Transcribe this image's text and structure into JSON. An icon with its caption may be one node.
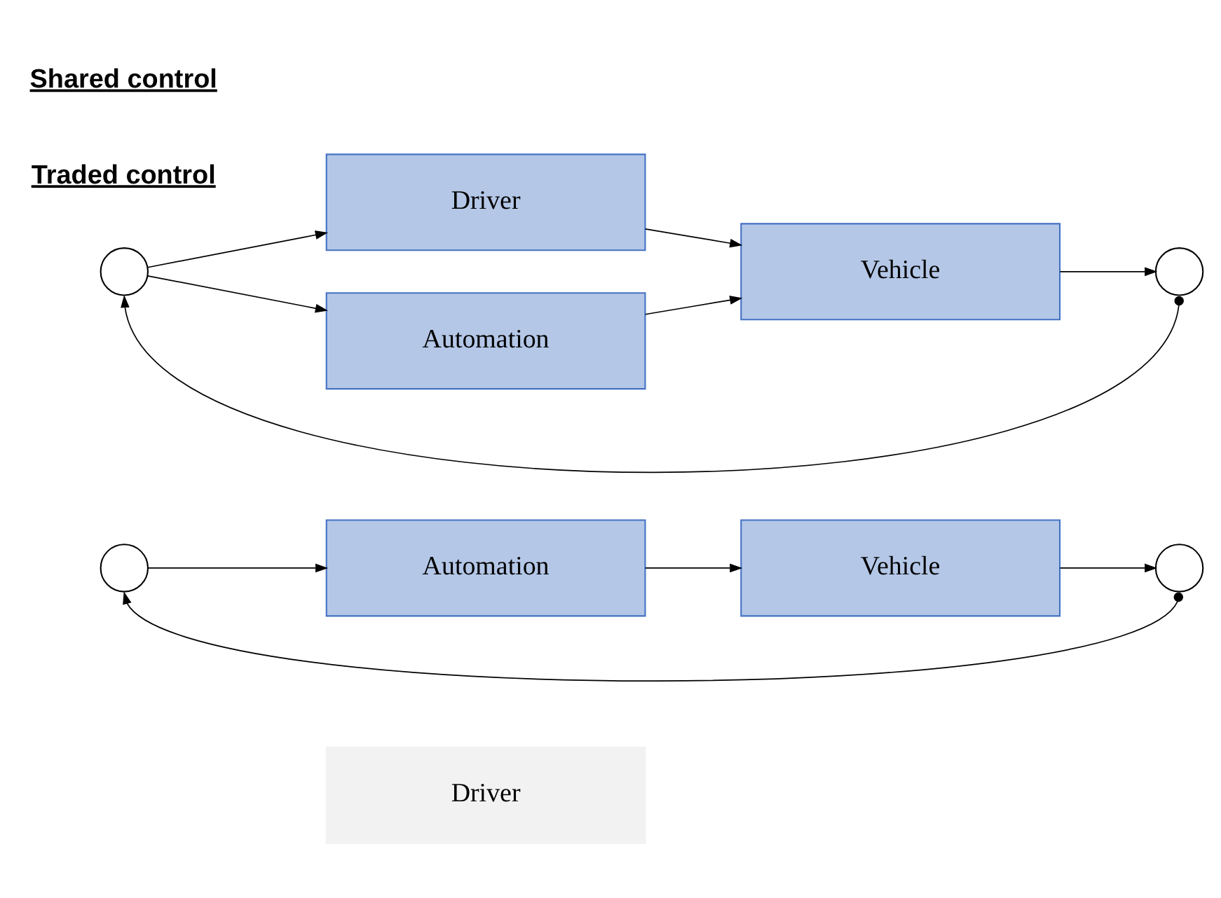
{
  "diagram": {
    "nodes": [
      {
        "text": [
          "Driver"
        ]
      },
      {
        "text": [],
        "shape": "circle"
      },
      {
        "text": [
          "Automation"
        ]
      },
      {
        "text": [
          "Vehicle"
        ]
      },
      {
        "text": [],
        "shape": "circle"
      },
      {
        "text": [],
        "shape": "circle"
      },
      {
        "text": [
          "Driver"
        ]
      },
      {
        "text": [
          "Automation"
        ]
      },
      {
        "text": [
          "Vehicle"
        ]
      },
      {
        "text": [],
        "shape": "circle"
      }
    ],
    "edges": [
      {
        "from": 1,
        "to": 2,
        "arrow": "to"
      },
      {
        "from": 2,
        "to": 3,
        "arrow": "to"
      },
      {
        "from": 3,
        "to": 4,
        "arrow": "to"
      },
      {
        "from": 4,
        "to": 1,
        "arrow": "to"
      },
      {
        "from": 5,
        "to": 6,
        "arrow": "to"
      },
      {
        "from": 5,
        "to": 7,
        "arrow": "to"
      },
      {
        "from": 6,
        "to": 8,
        "arrow": "to"
      },
      {
        "from": 7,
        "to": 8,
        "arrow": "to"
      },
      {
        "from": 8,
        "to": 9,
        "arrow": "to"
      },
      {
        "from": 9,
        "to": 5,
        "arrow": "to"
      }
    ],
    "labels": [
      "Traded control",
      "Shared control"
    ]
  }
}
